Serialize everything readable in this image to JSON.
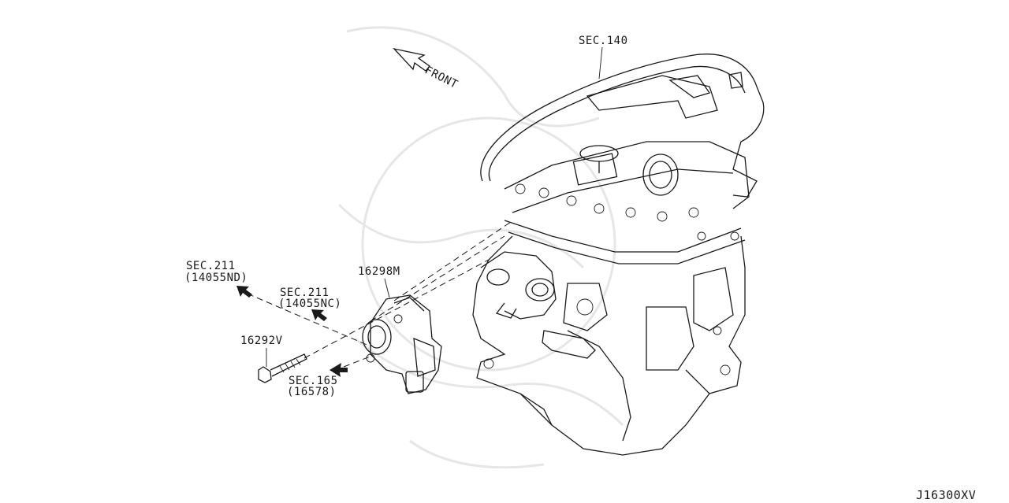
{
  "labels": {
    "sec140": "SEC.140",
    "front": "FRONT",
    "sec211_nd_line1": "SEC.211",
    "sec211_nd_line2": "(14055ND)",
    "sec211_nc_line1": "SEC.211",
    "sec211_nc_line2": "(14055NC)",
    "throttle_body": "16298M",
    "bolt": "16292V",
    "sec165_line1": "SEC.165",
    "sec165_line2": "(16578)",
    "diagram_code": "J16300XV"
  },
  "icons": {
    "front_arrow": "outline-arrow-icon",
    "connector_arrow": "filled-arrow-icon"
  },
  "colors": {
    "ink": "#1a1a1a",
    "watermark": "#e6e6e6",
    "background": "#ffffff"
  }
}
